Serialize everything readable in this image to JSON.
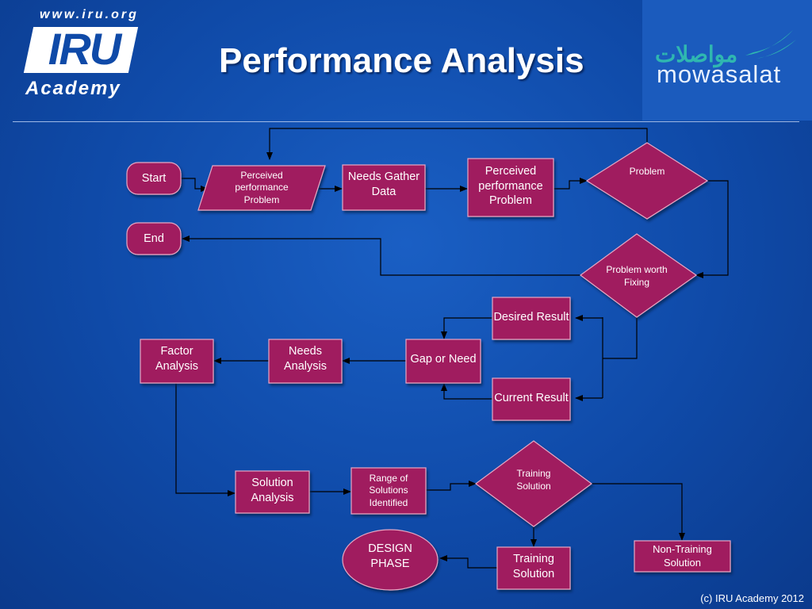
{
  "header": {
    "url": "www.iru.org",
    "logo_main": "IRU",
    "logo_sub": "Academy",
    "title": "Performance Analysis",
    "brand_arabic": "مواصلات",
    "brand_latin": "mowasalat"
  },
  "nodes": {
    "start": "Start",
    "end": "End",
    "perceived_input": "Perceived performance Problem",
    "needs_gather": "Needs Gather Data",
    "perceived_problem": "Perceived performance Problem",
    "problem": "Problem",
    "worth_fixing": "Problem worth Fixing",
    "desired": "Desired Result",
    "current": "Current Result",
    "gap": "Gap or Need",
    "needs_analysis": "Needs Analysis",
    "factor": "Factor Analysis",
    "solution": "Solution Analysis",
    "range": "Range of Solutions Identified",
    "training_decision": "Training Solution",
    "non_training": "Non-Training Solution",
    "training_solution": "Training Solution",
    "design": "DESIGN PHASE"
  },
  "footer": "(c) IRU Academy 2012",
  "colors": {
    "node_fill": "#a01f5e",
    "node_border": "#e6a6c4",
    "line": "#000000"
  }
}
